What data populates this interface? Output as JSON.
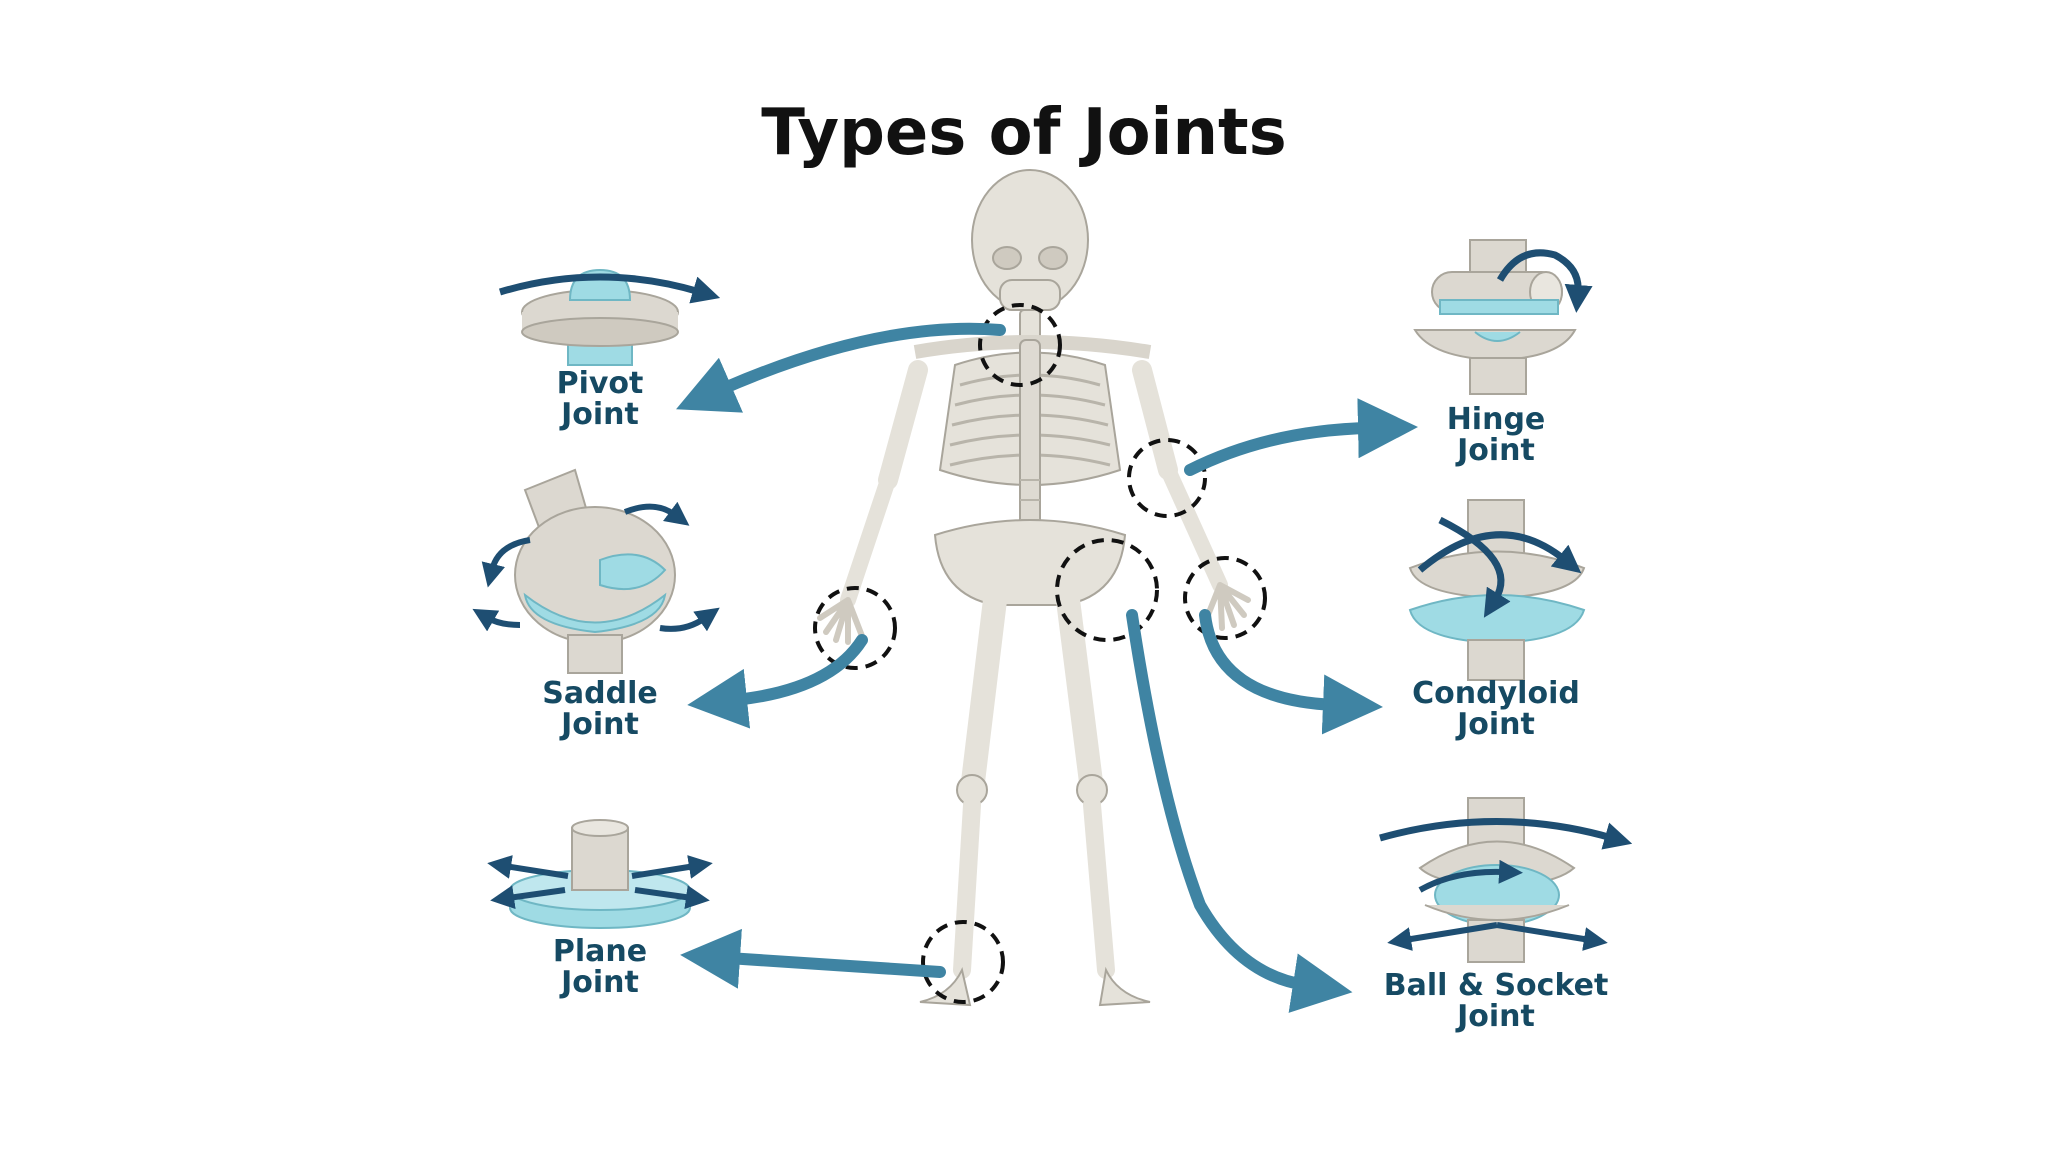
{
  "title": "Types of Joints",
  "colors": {
    "bone": "#e5e2da",
    "bone_stroke": "#a9a59b",
    "cartilage": "#9fdbe4",
    "arrow": "#3f84a3",
    "rotate_arrow": "#1e4e72",
    "label": "#164a63",
    "title": "#111111"
  },
  "joints": [
    {
      "line1": "Pivot",
      "line2": "Joint",
      "icon": "pivot-joint-icon"
    },
    {
      "line1": "Saddle",
      "line2": "Joint",
      "icon": "saddle-joint-icon"
    },
    {
      "line1": "Plane",
      "line2": "Joint",
      "icon": "plane-joint-icon"
    },
    {
      "line1": "Hinge",
      "line2": "Joint",
      "icon": "hinge-joint-icon"
    },
    {
      "line1": "Condyloid",
      "line2": "Joint",
      "icon": "condyloid-joint-icon"
    },
    {
      "line1": "Ball & Socket",
      "line2": "Joint",
      "icon": "ball-socket-joint-icon"
    }
  ]
}
